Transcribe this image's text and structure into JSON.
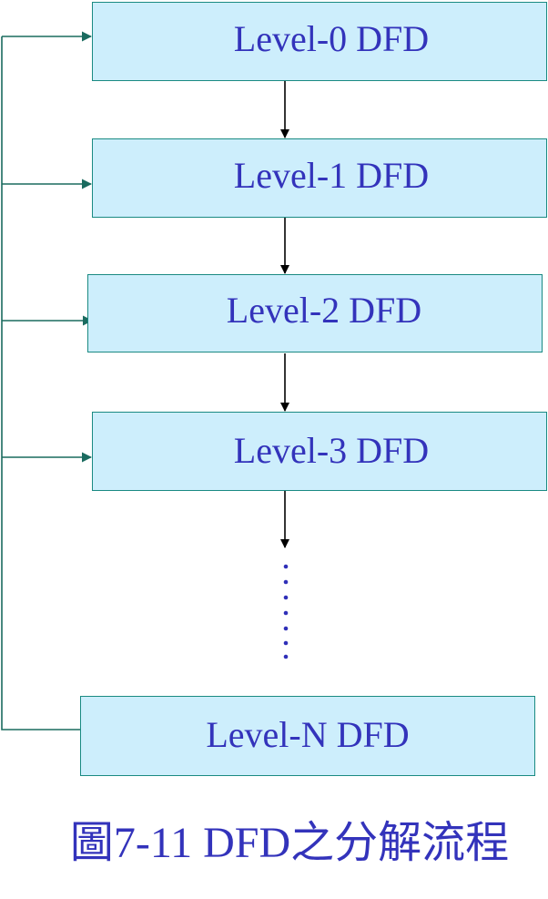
{
  "levels": [
    {
      "label": "Level-0 DFD"
    },
    {
      "label": "Level-1 DFD"
    },
    {
      "label": "Level-2 DFD"
    },
    {
      "label": "Level-3 DFD"
    },
    {
      "label": "Level-N DFD"
    }
  ],
  "caption": "圖7-11 DFD之分解流程",
  "colors": {
    "box_fill": "#cdeefc",
    "box_border": "#1a8a82",
    "text": "#3333bb",
    "down_arrow": "#000000",
    "feedback_line": "#1a6b5f",
    "ellipsis_dots": "#2f2fb8"
  }
}
